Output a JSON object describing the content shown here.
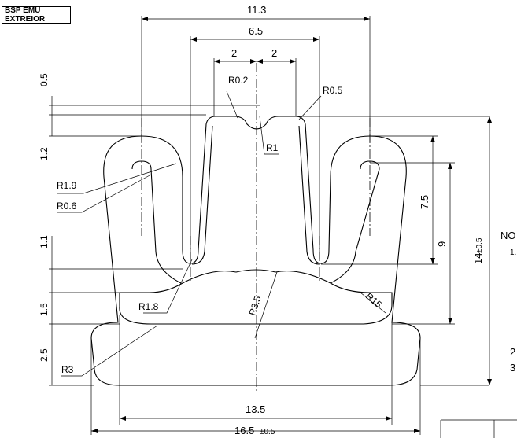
{
  "title": "BSP EMU EXTREIOR",
  "dimensions": {
    "overall_top": "11.3",
    "inner_width": "6.5",
    "half_left": "2",
    "half_right": "2",
    "bottom_inner": "13.5",
    "bottom_overall": "16.5",
    "bottom_overall_tol": "±0.5",
    "height_overall": "14",
    "height_overall_tol": "±0.5",
    "height_9": "9",
    "height_7_5": "7.5",
    "left_0_5": "0.5",
    "left_1_2": "1.2",
    "left_1_1": "1.1",
    "left_1_5": "1.5",
    "left_2_5": "2.5"
  },
  "radii": {
    "r02": "R0.2",
    "r05": "R0.5",
    "r1": "R1",
    "r19": "R1.9",
    "r06": "R0.6",
    "r18": "R1.8",
    "r35": "R3.5",
    "r15": "R15",
    "r3": "R3"
  },
  "notes": {
    "no": "NO",
    "n1": "1.",
    "n2": "2",
    "n3": "3"
  }
}
